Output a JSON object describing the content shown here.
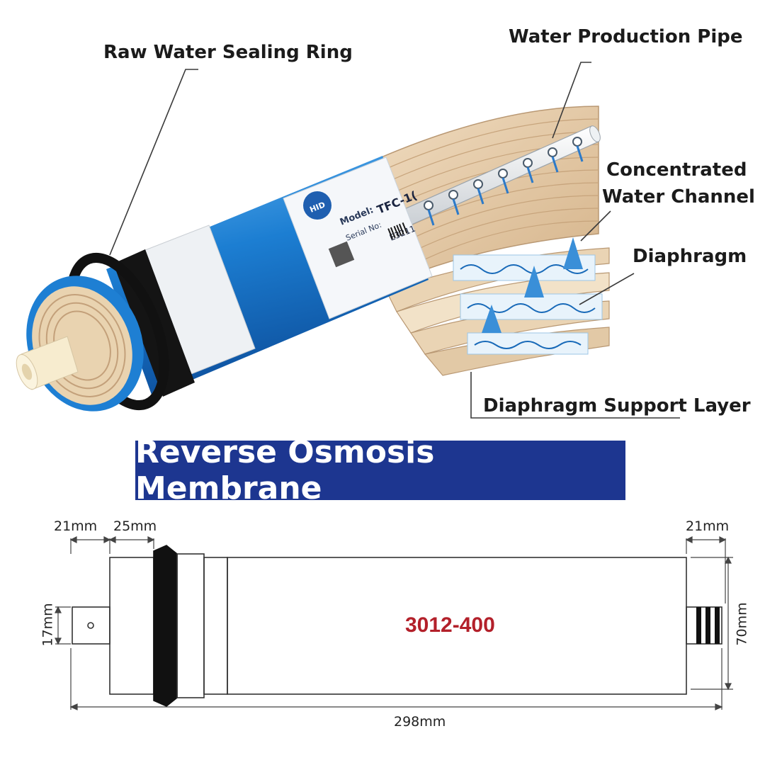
{
  "callouts": {
    "raw_water_sealing_ring": "Raw Water Sealing Ring",
    "water_production_pipe": "Water Production Pipe",
    "concentrated_line1": "Concentrated",
    "concentrated_line2": "Water Channel",
    "diaphragm": "Diaphragm",
    "diaphragm_support_layer": "Diaphragm Support Layer"
  },
  "label_on_membrane": {
    "brand": "HID",
    "model": "Model:",
    "model_value": "TFC-1(",
    "serial": "Serial No:",
    "serial_value": "E3211"
  },
  "title": "Reverse Osmosis Membrane",
  "drawing": {
    "model_code": "3012-400",
    "dim_left_end": "21mm",
    "dim_ring": "25mm",
    "dim_right_end": "21mm",
    "dim_pipe_dia": "17mm",
    "dim_body_dia": "70mm",
    "dim_total_length": "298mm"
  },
  "colors": {
    "banner": "#1d3690",
    "membrane_blue": "#1f7fd0",
    "model_code": "#b3202a",
    "layer_tan": "#e2c9a6"
  }
}
